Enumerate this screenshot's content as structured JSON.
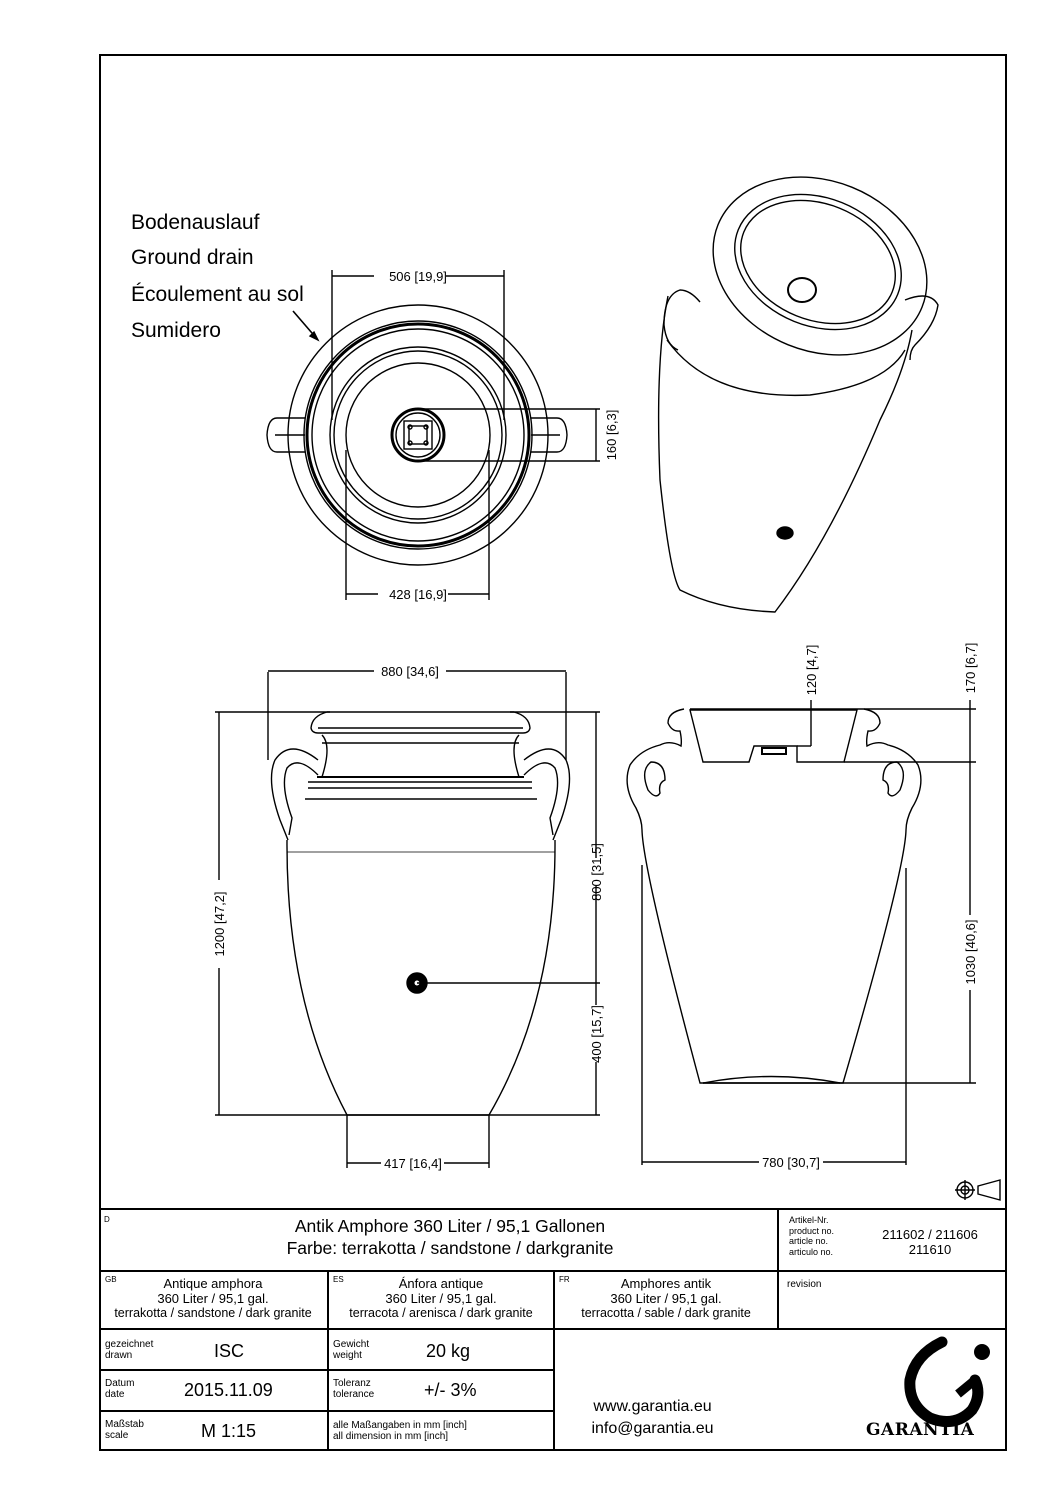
{
  "drain_label": {
    "de": "Bodenauslauf",
    "en": "Ground drain",
    "fr": "Écoulement au sol",
    "es": "Sumidero"
  },
  "dimensions": {
    "top_outer": "506 [19,9]",
    "top_inner": "428 [16,9]",
    "drain_size": "160 [6,3]",
    "width_front": "880 [34,6]",
    "height_total": "1200 [47,2]",
    "height_upper": "800 [31,5]",
    "height_lower": "400 [15,7]",
    "base_width": "417 [16,4]",
    "depth_insert": "120 [4,7]",
    "depth_rim": "170 [6,7]",
    "height_section": "1030 [40,6]",
    "width_section": "780 [30,7]"
  },
  "title_block": {
    "lang_d": "D",
    "title_line1": "Antik Amphore 360 Liter / 95,1 Gallonen",
    "title_line2": "Farbe: terrakotta / sandstone / darkgranite",
    "article_labels": [
      "Artikel-Nr.",
      "product no.",
      "article no.",
      "articulo no."
    ],
    "article_line1": "211602 / 211606",
    "article_line2": "211610",
    "gb": {
      "code": "GB",
      "line1": "Antique amphora",
      "line2": "360 Liter / 95,1 gal.",
      "line3": "terrakotta / sandstone / dark granite"
    },
    "es": {
      "code": "ES",
      "line1": "Ánfora antique",
      "line2": "360 Liter / 95,1 gal.",
      "line3": "terracota / arenisca / dark granite"
    },
    "fr": {
      "code": "FR",
      "line1": "Amphores antik",
      "line2": "360 Liter / 95,1 gal.",
      "line3": "terracotta / sable / dark granite"
    },
    "revision_label": "revision",
    "drawn_label_de": "gezeichnet",
    "drawn_label_en": "drawn",
    "drawn_value": "ISC",
    "date_label_de": "Datum",
    "date_label_en": "date",
    "date_value": "2015.11.09",
    "scale_label_de": "Maßstab",
    "scale_label_en": "scale",
    "scale_value": "M 1:15",
    "weight_label_de": "Gewicht",
    "weight_label_en": "weight",
    "weight_value": "20 kg",
    "tolerance_label_de": "Toleranz",
    "tolerance_label_en": "tolerance",
    "tolerance_value": "+/- 3%",
    "units_note_de": "alle Maßangaben in mm [inch]",
    "units_note_en": "all dimension in mm [inch]",
    "website": "www.garantia.eu",
    "email": "info@garantia.eu",
    "brand": "GARANTIA"
  }
}
